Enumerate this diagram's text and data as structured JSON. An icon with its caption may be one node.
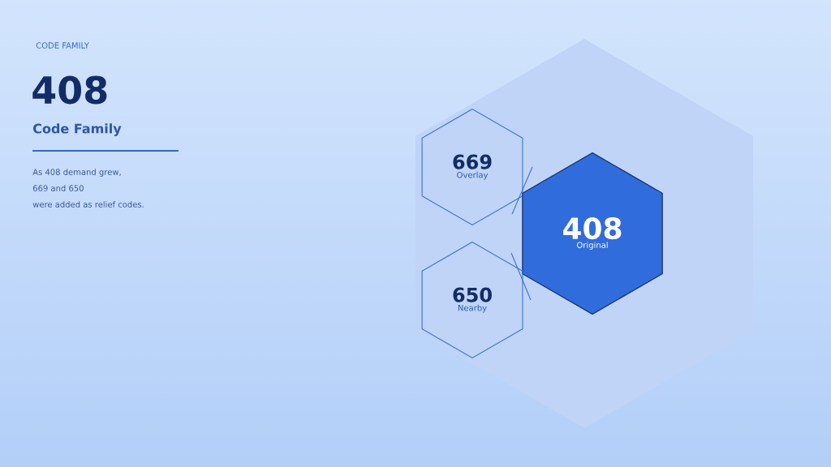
{
  "diagram": {
    "title": "Code Family",
    "nodes": [
      {
        "text": [
          "669",
          "Overlay"
        ]
      },
      {
        "text": [
          "408",
          "Original"
        ]
      },
      {
        "text": [
          "650",
          "Nearby"
        ]
      }
    ],
    "labels": [
      "CODE FAMILY",
      "408",
      "As 408 demand grew,",
      "669 and 650",
      "were added as relief codes."
    ]
  }
}
